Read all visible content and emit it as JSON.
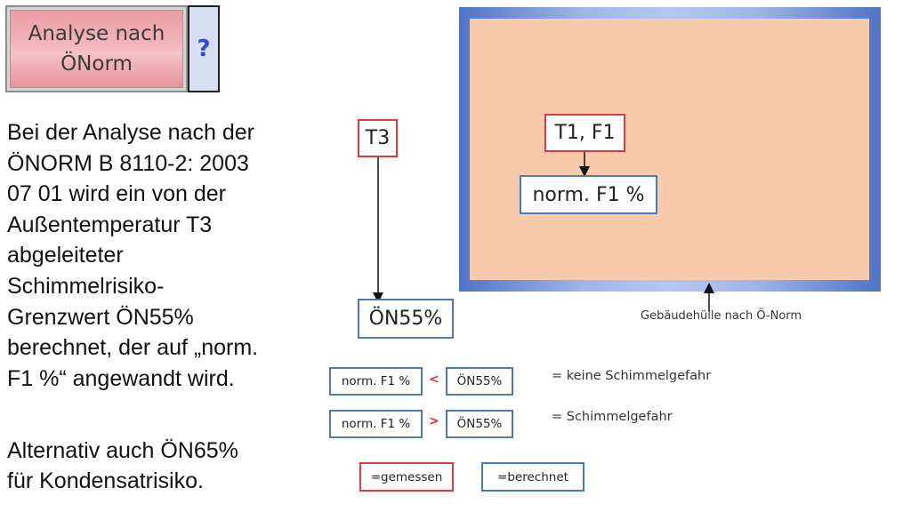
{
  "button": {
    "line1": "Analyse nach",
    "line2": "ÖNorm",
    "help": "?"
  },
  "description": "Bei der Analyse nach der\nÖNORM B 8110-2: 2003\n07 01  wird ein von der\nAußentemperatur T3\nabgeleiteter\nSchimmelrisiko-\nGrenzwert ÖN55%\nberechnet, der auf „norm.\nF1 %“ angewandt wird.",
  "alternative": "Alternativ auch ÖN65%\nfür Kondensatrisiko.",
  "diagram": {
    "t1f1": "T1, F1",
    "normf1": "norm. F1 %",
    "t3": "T3",
    "on55": "ÖN55%",
    "envelope_caption": "Gebäudehülle nach Ö-Norm"
  },
  "comparisons": [
    {
      "left": "norm. F1 %",
      "op": "<",
      "right": "ÖN55%",
      "result": "=  keine Schimmelgefahr"
    },
    {
      "left": "norm. F1 %",
      "op": ">",
      "right": "ÖN55%",
      "result": "=  Schimmelgefahr"
    }
  ],
  "legend": {
    "measured": "=gemessen",
    "calculated": "=berechnet"
  },
  "colors": {
    "measured_border": "#e03a3a",
    "calculated_border": "#4a7ab8",
    "envelope_fill": "#f8cbad",
    "envelope_frame": "#4f73c7"
  }
}
